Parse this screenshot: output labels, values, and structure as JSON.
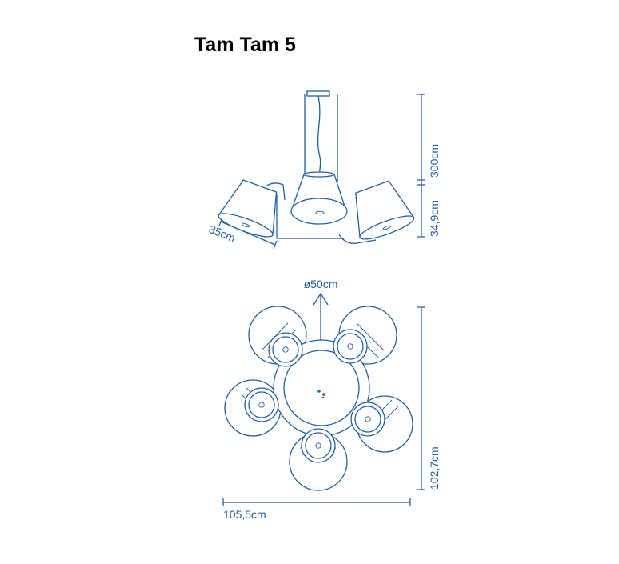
{
  "title": "Tam Tam 5",
  "colors": {
    "line": "#1e5fa8",
    "title": "#000000",
    "background": "#ffffff"
  },
  "side_view": {
    "cable_height": "300cm",
    "shade_height": "34,9cm",
    "shade_diameter": "35cm"
  },
  "top_view": {
    "center_diameter": "ø50cm",
    "depth": "102,7cm",
    "width": "105,5cm"
  }
}
